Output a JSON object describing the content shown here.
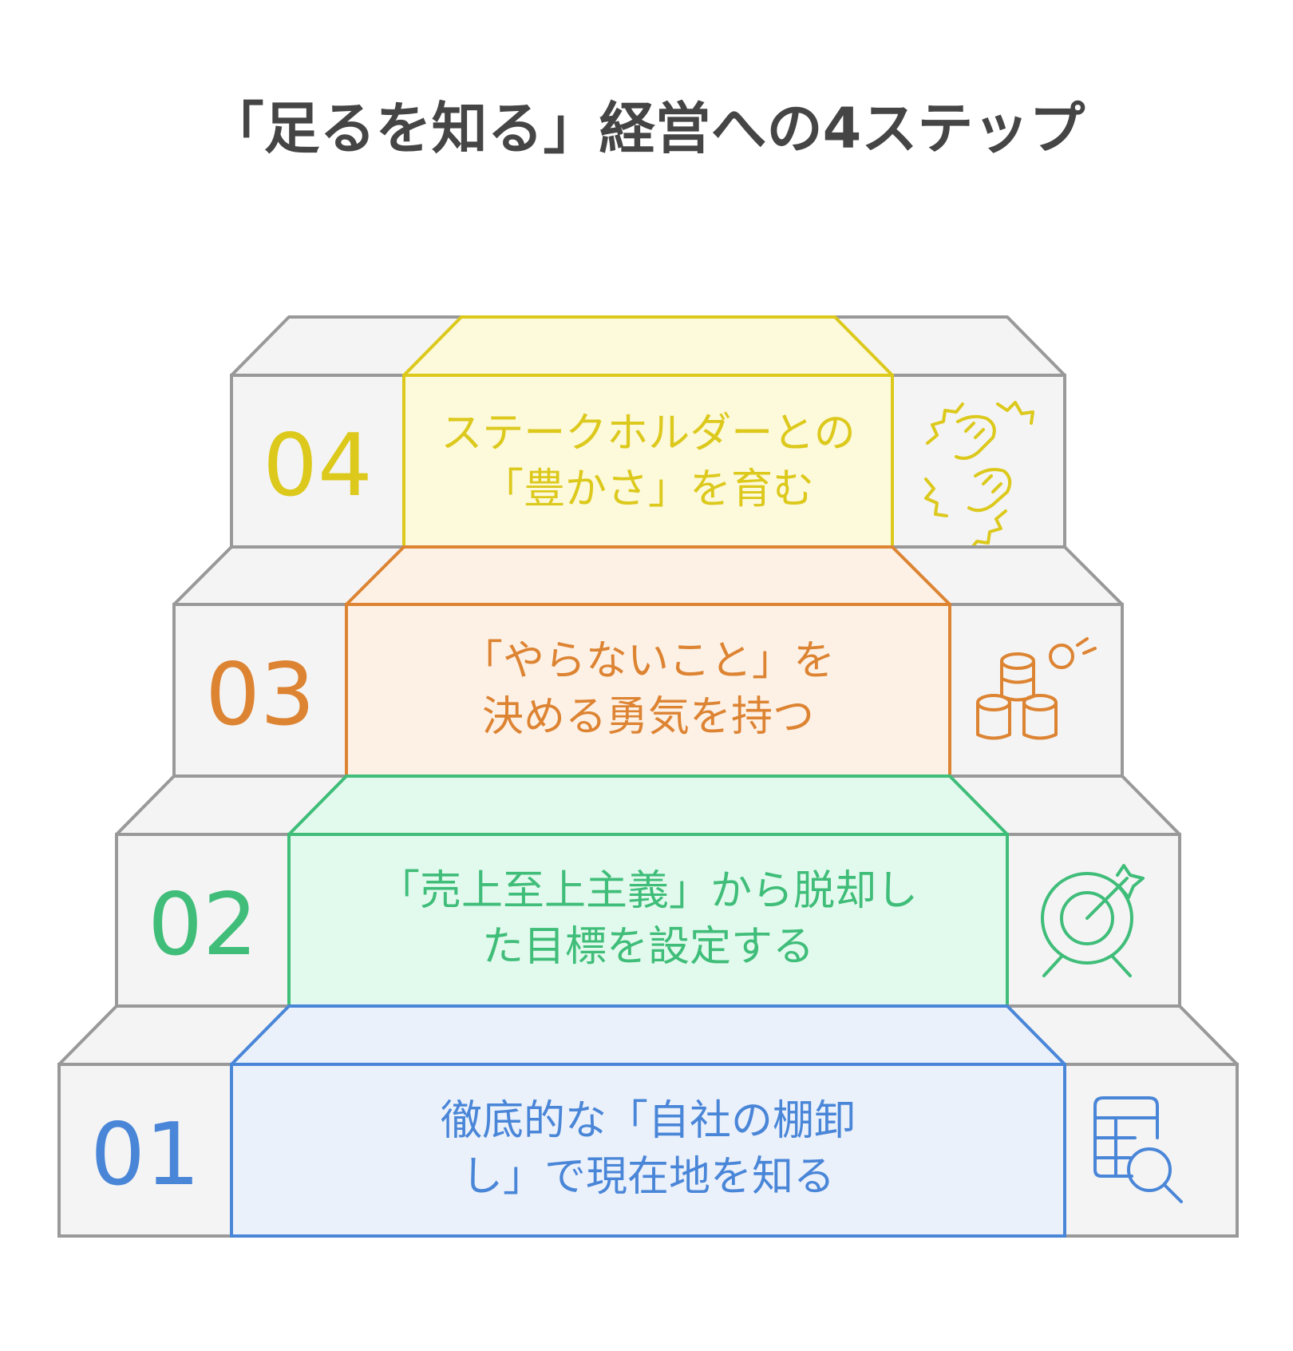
{
  "title": "「足るを知る」経営への4ステップ",
  "colors": {
    "gray_stroke": "#999999",
    "gray_fill": "#f4f4f4"
  },
  "steps": [
    {
      "number": "01",
      "lines": [
        "徹底的な「自社の棚卸",
        "し」で現在地を知る"
      ],
      "stroke": "#4a86d8",
      "fill": "#ebf1fb",
      "icon": "table-search-icon"
    },
    {
      "number": "02",
      "lines": [
        "「売上至上主義」から脱却し",
        "た目標を設定する"
      ],
      "stroke": "#3fbd79",
      "fill": "#e2faed",
      "icon": "target-arrow-icon"
    },
    {
      "number": "03",
      "lines": [
        "「やらないこと」を",
        "決める勇気を持つ"
      ],
      "stroke": "#dd8433",
      "fill": "#fdf1e6",
      "icon": "coins-target-icon"
    },
    {
      "number": "04",
      "lines": [
        "ステークホルダーとの",
        "「豊かさ」を育む"
      ],
      "stroke": "#dcc91c",
      "fill": "#fdf9db",
      "icon": "fist-bump-icon"
    }
  ]
}
